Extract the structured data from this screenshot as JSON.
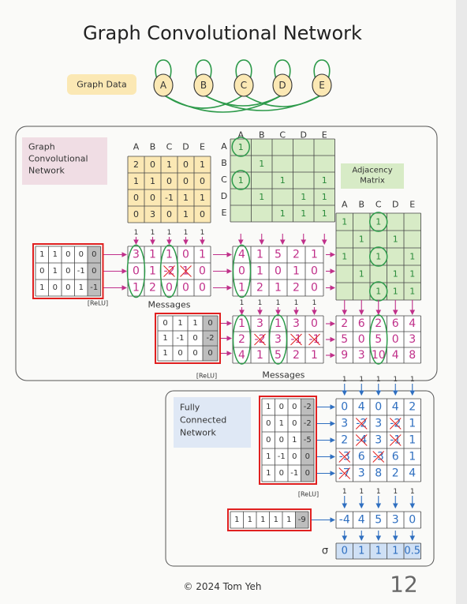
{
  "title": "Graph Convolutional Network",
  "graph": {
    "label": "Graph Data",
    "nodes": [
      "A",
      "B",
      "C",
      "D",
      "E"
    ]
  },
  "gcn_box_label": [
    "Graph",
    "Convolutional",
    "Network"
  ],
  "adjacency_label": [
    "Adjacency",
    "Matrix"
  ],
  "fc_box_label": [
    "Fully",
    "Connected",
    "Network"
  ],
  "headers": [
    "A",
    "B",
    "C",
    "D",
    "E"
  ],
  "features": {
    "rows": [
      [
        "2",
        "0",
        "1",
        "0",
        "1"
      ],
      [
        "1",
        "1",
        "0",
        "0",
        "0"
      ],
      [
        "0",
        "0",
        "-1",
        "1",
        "1"
      ],
      [
        "0",
        "3",
        "0",
        "1",
        "0"
      ]
    ]
  },
  "adjacency_top": {
    "rows": [
      [
        "1",
        "",
        "",
        "",
        ""
      ],
      [
        "",
        "1",
        "",
        "",
        ""
      ],
      [
        "1",
        "",
        "1",
        "",
        "1"
      ],
      [
        "",
        "1",
        "",
        "1",
        "1"
      ],
      [
        "",
        "",
        "1",
        "1",
        "1"
      ]
    ]
  },
  "adjacency_right": {
    "rows": [
      [
        "1",
        "",
        "1",
        "",
        ""
      ],
      [
        "",
        "1",
        "",
        "1",
        ""
      ],
      [
        "1",
        "",
        "1",
        "",
        "1"
      ],
      [
        "",
        "1",
        "",
        "1",
        "1"
      ],
      [
        "",
        "",
        "1",
        "1",
        "1"
      ]
    ]
  },
  "ones_row": [
    "1",
    "1",
    "1",
    "1",
    "1"
  ],
  "layer1": {
    "weights": [
      [
        "1",
        "1",
        "0",
        "0",
        "0"
      ],
      [
        "0",
        "1",
        "0",
        "-1",
        "0"
      ],
      [
        "1",
        "0",
        "0",
        "1",
        "-1"
      ]
    ],
    "preact": [
      [
        "3",
        "1",
        "1",
        "0",
        "1"
      ],
      [
        "0",
        "1",
        "-2",
        "1",
        "0"
      ],
      [
        "1",
        "2",
        "0",
        "0",
        "0"
      ]
    ],
    "activation_label": "[ReLU]",
    "relu": [
      [
        "3",
        "1",
        "1",
        "0",
        "1"
      ],
      [
        "0",
        "1",
        "0",
        "1",
        "0"
      ],
      [
        "1",
        "2",
        "0",
        "0",
        "0"
      ]
    ],
    "messages_label": "Messages",
    "messages": [
      [
        "4",
        "1",
        "5",
        "2",
        "1"
      ],
      [
        "0",
        "1",
        "0",
        "1",
        "0"
      ],
      [
        "1",
        "2",
        "1",
        "2",
        "0"
      ]
    ]
  },
  "layer2": {
    "weights": [
      [
        "0",
        "1",
        "1",
        "0"
      ],
      [
        "1",
        "-1",
        "0",
        "-2"
      ],
      [
        "1",
        "0",
        "0",
        "0"
      ]
    ],
    "preact": [
      [
        "1",
        "3",
        "1",
        "3",
        "0"
      ],
      [
        "2",
        "-2",
        "3",
        "-1",
        "-1"
      ],
      [
        "4",
        "1",
        "5",
        "2",
        "1"
      ]
    ],
    "relu": [
      [
        "1",
        "3",
        "1",
        "3",
        "0"
      ],
      [
        "2",
        "0",
        "3",
        "0",
        "0"
      ],
      [
        "4",
        "1",
        "5",
        "2",
        "1"
      ]
    ],
    "activation_label": "[ReLU]",
    "messages_label": "Messages",
    "messages": [
      [
        "2",
        "6",
        "2",
        "6",
        "4"
      ],
      [
        "5",
        "0",
        "5",
        "0",
        "3"
      ],
      [
        "9",
        "3",
        "10",
        "4",
        "8"
      ]
    ]
  },
  "fc1": {
    "weights": [
      [
        "1",
        "0",
        "0",
        "-2"
      ],
      [
        "0",
        "1",
        "0",
        "-2"
      ],
      [
        "0",
        "0",
        "1",
        "-5"
      ],
      [
        "1",
        "-1",
        "0",
        "0"
      ],
      [
        "1",
        "0",
        "-1",
        "0"
      ]
    ],
    "preact": [
      [
        "0",
        "4",
        "0",
        "4",
        "2"
      ],
      [
        "3",
        "-2",
        "3",
        "-2",
        "1"
      ],
      [
        "2",
        "-4",
        "3",
        "-1",
        "1"
      ],
      [
        "-3",
        "6",
        "-3",
        "6",
        "1"
      ],
      [
        "-7",
        "3",
        "8",
        "2",
        "4"
      ]
    ],
    "activation_label": "[ReLU]"
  },
  "fc2": {
    "weights": [
      "1",
      "1",
      "1",
      "1",
      "1",
      "-9"
    ],
    "output": [
      "-4",
      "4",
      "5",
      "3",
      "0"
    ]
  },
  "sigma": {
    "label": "σ",
    "values": [
      "0",
      "1",
      "1",
      "1",
      "0.5"
    ]
  },
  "footer": "© 2024 Tom Yeh",
  "page_number": "12"
}
